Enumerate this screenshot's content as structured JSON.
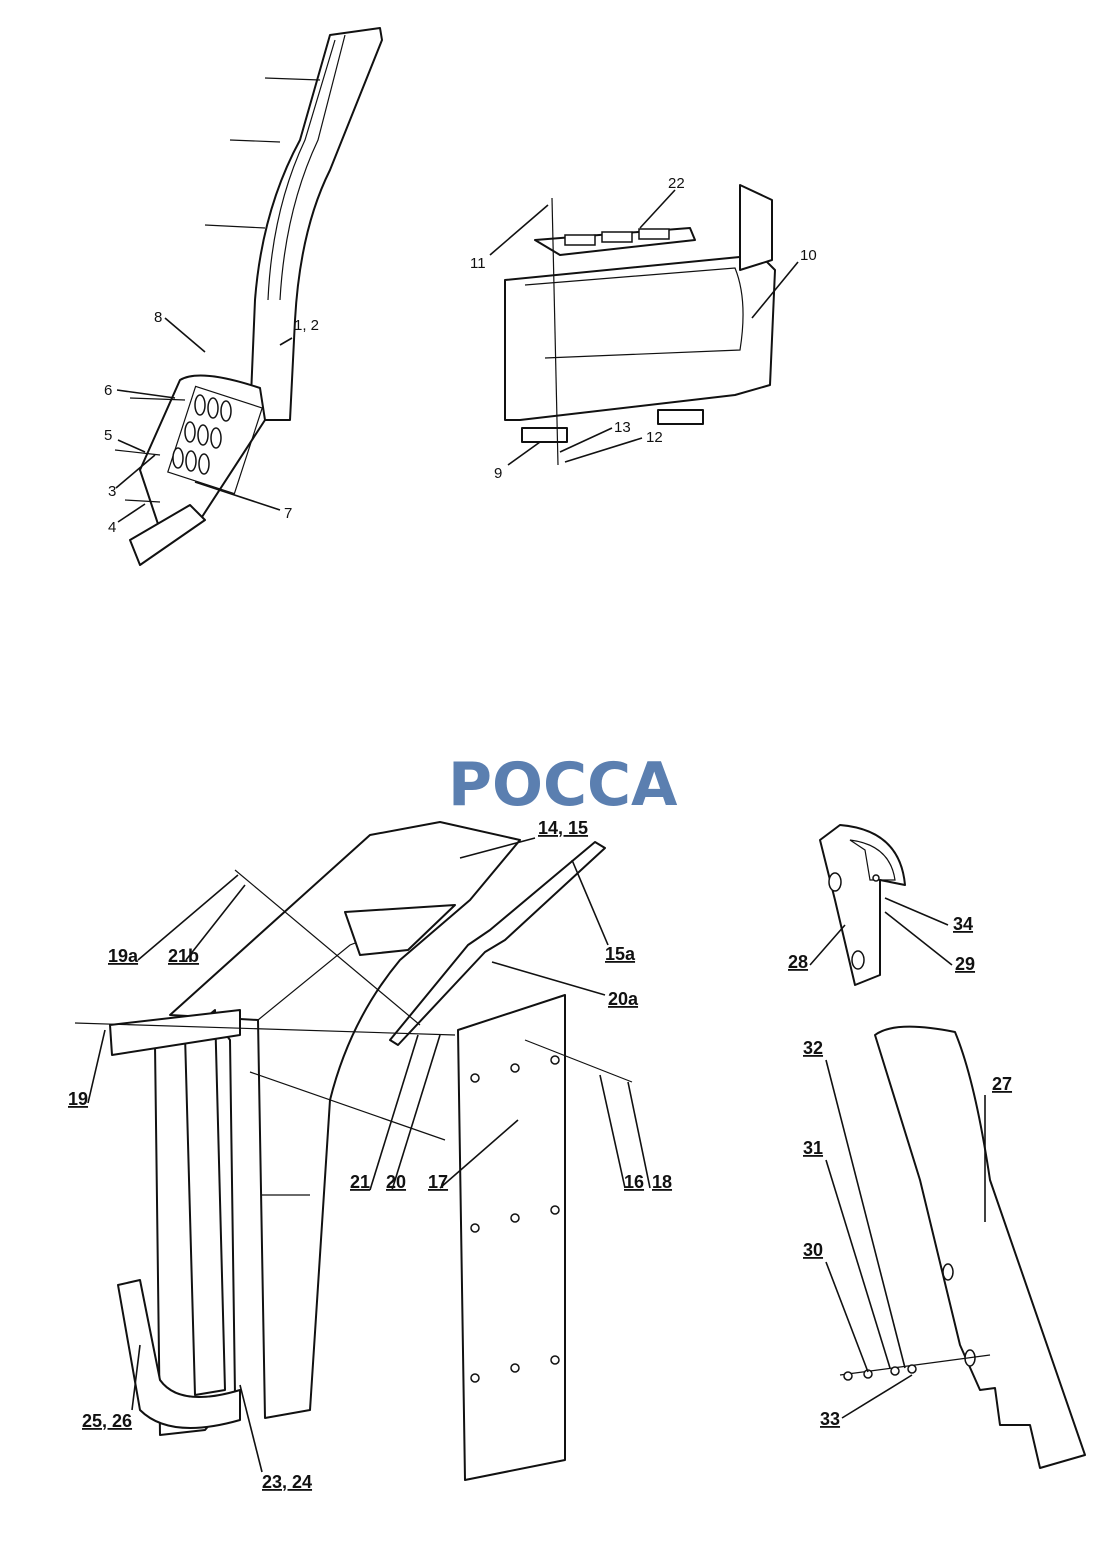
{
  "watermark": {
    "text": "РОССА",
    "color": "#5b7fb0"
  },
  "labels": {
    "l1": "1, 2",
    "l3": "3",
    "l4": "4",
    "l5": "5",
    "l6": "6",
    "l7": "7",
    "l8": "8",
    "l9": "9",
    "l10": "10",
    "l11": "11",
    "l12": "12",
    "l13": "13",
    "l22": "22",
    "l14": "14, 15",
    "l15a": "15a",
    "l19a": "19a",
    "l21b": "21b",
    "l20a": "20a",
    "l19": "19",
    "l21": "21",
    "l20": "20",
    "l17": "17",
    "l16": "16",
    "l18": "18",
    "l25": "25, 26",
    "l23": "23, 24",
    "l28": "28",
    "l34": "34",
    "l29": "29",
    "l32": "32",
    "l31": "31",
    "l30": "30",
    "l27": "27",
    "l33": "33"
  }
}
